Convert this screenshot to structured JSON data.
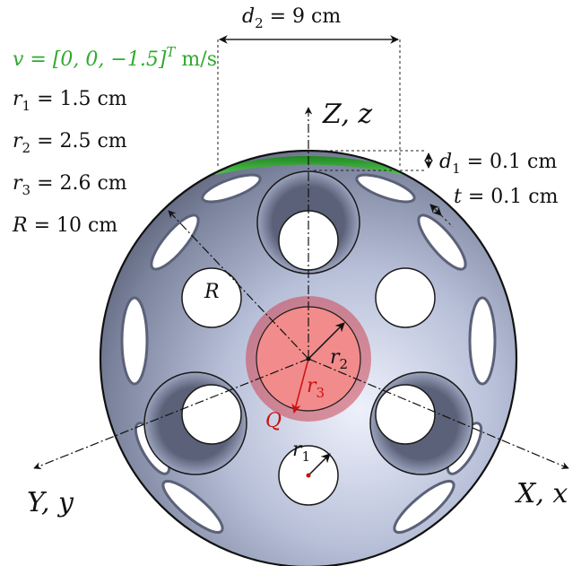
{
  "velocity": {
    "lhs": "v = [0, 0, −1.5]",
    "sup": "T",
    "unit": " m/s",
    "color": "#2faa2f"
  },
  "radii": [
    {
      "sym": "r",
      "sub": "1",
      "rest": " = 1.5 cm"
    },
    {
      "sym": "r",
      "sub": "2",
      "rest": " = 2.5 cm"
    },
    {
      "sym": "r",
      "sub": "3",
      "rest": " = 2.6 cm"
    },
    {
      "sym": "R",
      "sub": "",
      "rest": " = 10 cm"
    }
  ],
  "dims": {
    "d2": {
      "sym": "d",
      "sub": "2",
      "rest": " = 9 cm"
    },
    "d1": {
      "sym": "d",
      "sub": "1",
      "rest": " = 0.1 cm"
    },
    "t": {
      "sym": "t",
      "sub": "",
      "rest": " = 0.1 cm"
    }
  },
  "axes": {
    "z": "Z, z",
    "x": "X, x",
    "y": "Y, y"
  },
  "labels": {
    "R": "R",
    "r1": {
      "sym": "r",
      "sub": "1"
    },
    "r2": {
      "sym": "r",
      "sub": "2"
    },
    "r3": {
      "sym": "r",
      "sub": "3"
    },
    "Q": "Q"
  },
  "colors": {
    "sphere": "#6e7690",
    "sphere_light": "#e4e8f6",
    "cap": "#2d9a2d",
    "contact_fill": "#ee8080",
    "contact_halo": "#c8505a",
    "marker": "#cc1111"
  }
}
